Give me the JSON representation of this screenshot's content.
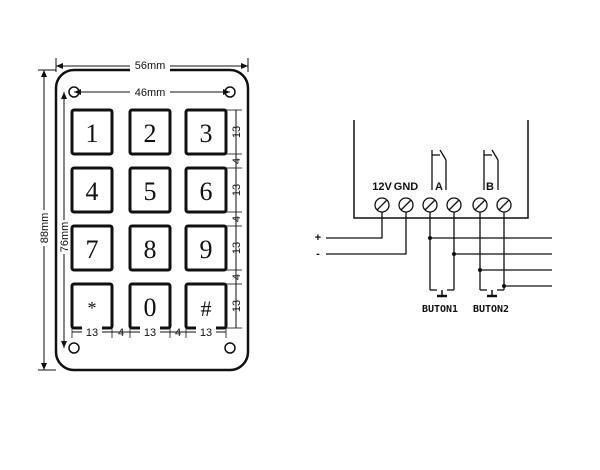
{
  "keypad": {
    "keys": [
      [
        "1",
        "2",
        "3"
      ],
      [
        "4",
        "5",
        "6"
      ],
      [
        "7",
        "8",
        "9"
      ],
      [
        "*",
        "0",
        "#"
      ]
    ],
    "dims": {
      "outer_width": "56mm",
      "hole_spacing": "46mm",
      "outer_height": "88mm",
      "inner_height": "76mm",
      "key_size": "13",
      "gap": "4"
    }
  },
  "wiring": {
    "terminals": {
      "power": "12V",
      "ground": "GND",
      "relay_a": "A",
      "relay_b": "B"
    },
    "plus": "+",
    "minus": "-",
    "button1": "BUTON1",
    "button2": "BUTON2"
  }
}
